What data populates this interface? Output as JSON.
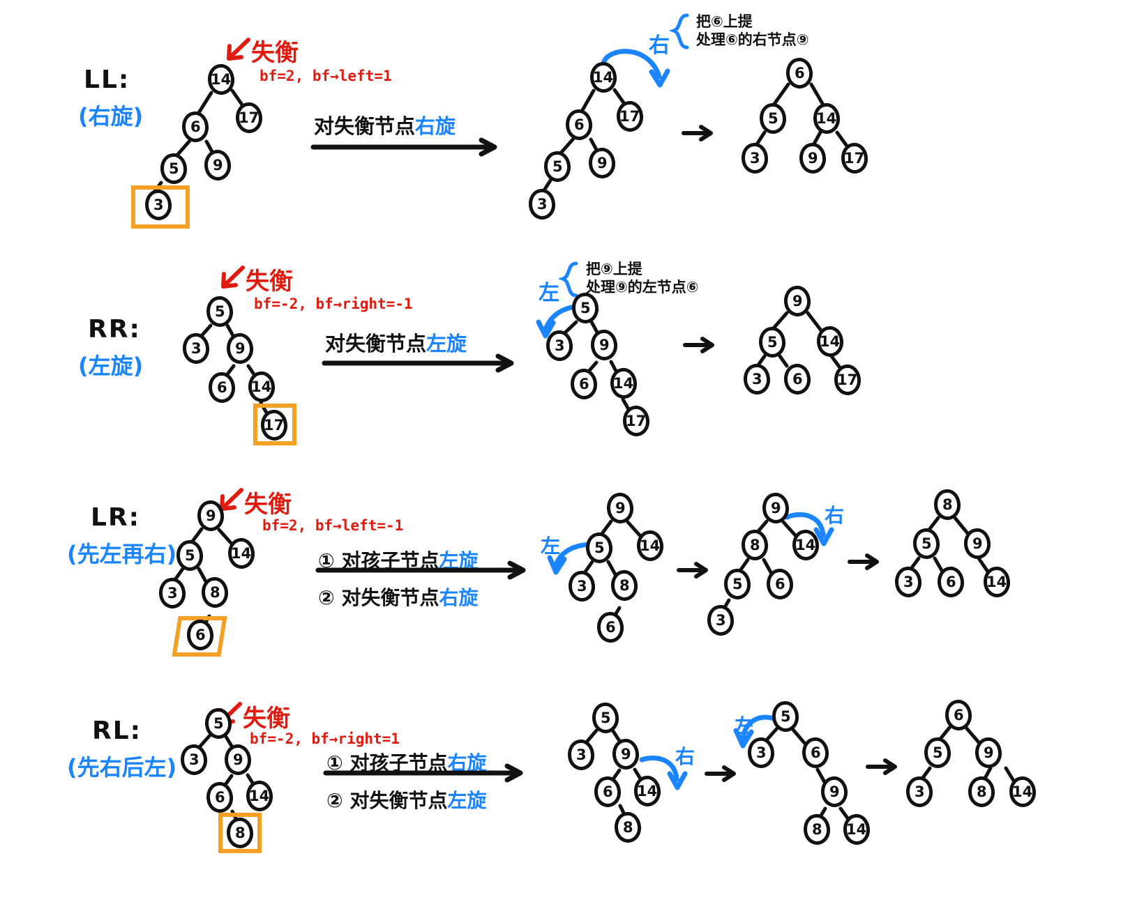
{
  "title": "AVL tree rotation cases (handwritten notes)",
  "colors": {
    "ink": "#111111",
    "red": "#e01b10",
    "blue": "#1a85ff",
    "orange": "#f3a024",
    "paper": "#ffffff"
  },
  "common": {
    "unbalanced_label": "失衡",
    "arrow_glyph": "→",
    "right_rotate": "右",
    "left_rotate": "左"
  },
  "rows": [
    {
      "id": "LL",
      "case_label": "LL:",
      "case_sub": "(右旋)",
      "warn": "失衡",
      "bf": "bf=2, bf→left=1",
      "op_lines": [
        "对失衡节点",
        "右旋"
      ],
      "note_dir": "右",
      "note_line1": "把⑥上提",
      "note_line2": "处理⑥的右节点⑨",
      "highlight_value": "3",
      "tree_before": {
        "root": "14",
        "nodes": [
          "14",
          "6",
          "17",
          "5",
          "9",
          "3"
        ]
      },
      "tree_mid": {
        "root": "14",
        "nodes": [
          "14",
          "6",
          "17",
          "5",
          "9",
          "3"
        ]
      },
      "tree_after": {
        "root": "6",
        "nodes": [
          "6",
          "5",
          "14",
          "3",
          "9",
          "17"
        ]
      }
    },
    {
      "id": "RR",
      "case_label": "RR:",
      "case_sub": "(左旋)",
      "warn": "失衡",
      "bf": "bf=-2, bf→right=-1",
      "op_lines": [
        "对失衡节点",
        "左旋"
      ],
      "note_dir": "左",
      "note_line1": "把⑨上提",
      "note_line2": "处理⑨的左节点⑥",
      "highlight_value": "17",
      "tree_before": {
        "root": "5",
        "nodes": [
          "5",
          "3",
          "9",
          "6",
          "14",
          "17"
        ]
      },
      "tree_mid": {
        "root": "5",
        "nodes": [
          "5",
          "3",
          "9",
          "6",
          "14",
          "17"
        ]
      },
      "tree_after": {
        "root": "9",
        "nodes": [
          "9",
          "5",
          "14",
          "3",
          "6",
          "17"
        ]
      }
    },
    {
      "id": "LR",
      "case_label": "LR:",
      "case_sub": "(先左再右)",
      "warn": "失衡",
      "bf": "bf=2, bf→left=-1",
      "op_lines": [
        "① 对孩子节点",
        "左旋",
        "② 对失衡节点",
        "右旋"
      ],
      "step1_dir": "左",
      "step2_dir": "右",
      "highlight_value": "6",
      "tree_before": {
        "root": "9",
        "nodes": [
          "9",
          "5",
          "14",
          "3",
          "8",
          "6"
        ]
      },
      "tree_mid1": {
        "root": "9",
        "nodes": [
          "9",
          "5",
          "14",
          "3",
          "8",
          "6"
        ]
      },
      "tree_mid2": {
        "root": "9",
        "nodes": [
          "9",
          "8",
          "14",
          "5",
          "6",
          "3"
        ]
      },
      "tree_after": {
        "root": "8",
        "nodes": [
          "8",
          "5",
          "9",
          "3",
          "6",
          "14"
        ]
      }
    },
    {
      "id": "RL",
      "case_label": "RL:",
      "case_sub": "(先右后左)",
      "warn": "失衡",
      "bf": "bf=-2, bf→right=1",
      "op_lines": [
        "① 对孩子节点",
        "右旋",
        "② 对失衡节点",
        "左旋"
      ],
      "step1_dir": "右",
      "step2_dir": "左",
      "highlight_value": "8",
      "tree_before": {
        "root": "5",
        "nodes": [
          "5",
          "3",
          "9",
          "6",
          "14",
          "8"
        ]
      },
      "tree_mid1": {
        "root": "5",
        "nodes": [
          "5",
          "3",
          "9",
          "6",
          "14",
          "8"
        ]
      },
      "tree_mid2": {
        "root": "5",
        "nodes": [
          "5",
          "3",
          "6",
          "9",
          "8",
          "14"
        ]
      },
      "tree_after": {
        "root": "6",
        "nodes": [
          "6",
          "5",
          "9",
          "3",
          "8",
          "14"
        ]
      }
    }
  ],
  "nodes": {
    "ll_b_14": "14",
    "ll_b_6": "6",
    "ll_b_17": "17",
    "ll_b_5": "5",
    "ll_b_9": "9",
    "ll_b_3": "3",
    "ll_m_14": "14",
    "ll_m_6": "6",
    "ll_m_17": "17",
    "ll_m_5": "5",
    "ll_m_9": "9",
    "ll_m_3": "3",
    "ll_a_6": "6",
    "ll_a_5": "5",
    "ll_a_14": "14",
    "ll_a_3": "3",
    "ll_a_9": "9",
    "ll_a_17": "17",
    "rr_b_5": "5",
    "rr_b_3": "3",
    "rr_b_9": "9",
    "rr_b_6": "6",
    "rr_b_14": "14",
    "rr_b_17": "17",
    "rr_m_5": "5",
    "rr_m_3": "3",
    "rr_m_9": "9",
    "rr_m_6": "6",
    "rr_m_14": "14",
    "rr_m_17": "17",
    "rr_a_9": "9",
    "rr_a_5": "5",
    "rr_a_14": "14",
    "rr_a_3": "3",
    "rr_a_6": "6",
    "rr_a_17": "17",
    "lr_b_9": "9",
    "lr_b_5": "5",
    "lr_b_14": "14",
    "lr_b_3": "3",
    "lr_b_8": "8",
    "lr_b_6": "6",
    "lr_m1_9": "9",
    "lr_m1_5": "5",
    "lr_m1_14": "14",
    "lr_m1_3": "3",
    "lr_m1_8": "8",
    "lr_m1_6": "6",
    "lr_m2_9": "9",
    "lr_m2_8": "8",
    "lr_m2_14": "14",
    "lr_m2_5": "5",
    "lr_m2_6": "6",
    "lr_m2_3": "3",
    "lr_a_8": "8",
    "lr_a_5": "5",
    "lr_a_9": "9",
    "lr_a_3": "3",
    "lr_a_6": "6",
    "lr_a_14": "14",
    "rl_b_5": "5",
    "rl_b_3": "3",
    "rl_b_9": "9",
    "rl_b_6": "6",
    "rl_b_14": "14",
    "rl_b_8": "8",
    "rl_m1_5": "5",
    "rl_m1_3": "3",
    "rl_m1_9": "9",
    "rl_m1_6": "6",
    "rl_m1_14": "14",
    "rl_m1_8": "8",
    "rl_m2_5": "5",
    "rl_m2_3": "3",
    "rl_m2_6": "6",
    "rl_m2_9": "9",
    "rl_m2_8": "8",
    "rl_m2_14": "14",
    "rl_a_6": "6",
    "rl_a_5": "5",
    "rl_a_9": "9",
    "rl_a_3": "3",
    "rl_a_8": "8",
    "rl_a_14": "14"
  }
}
